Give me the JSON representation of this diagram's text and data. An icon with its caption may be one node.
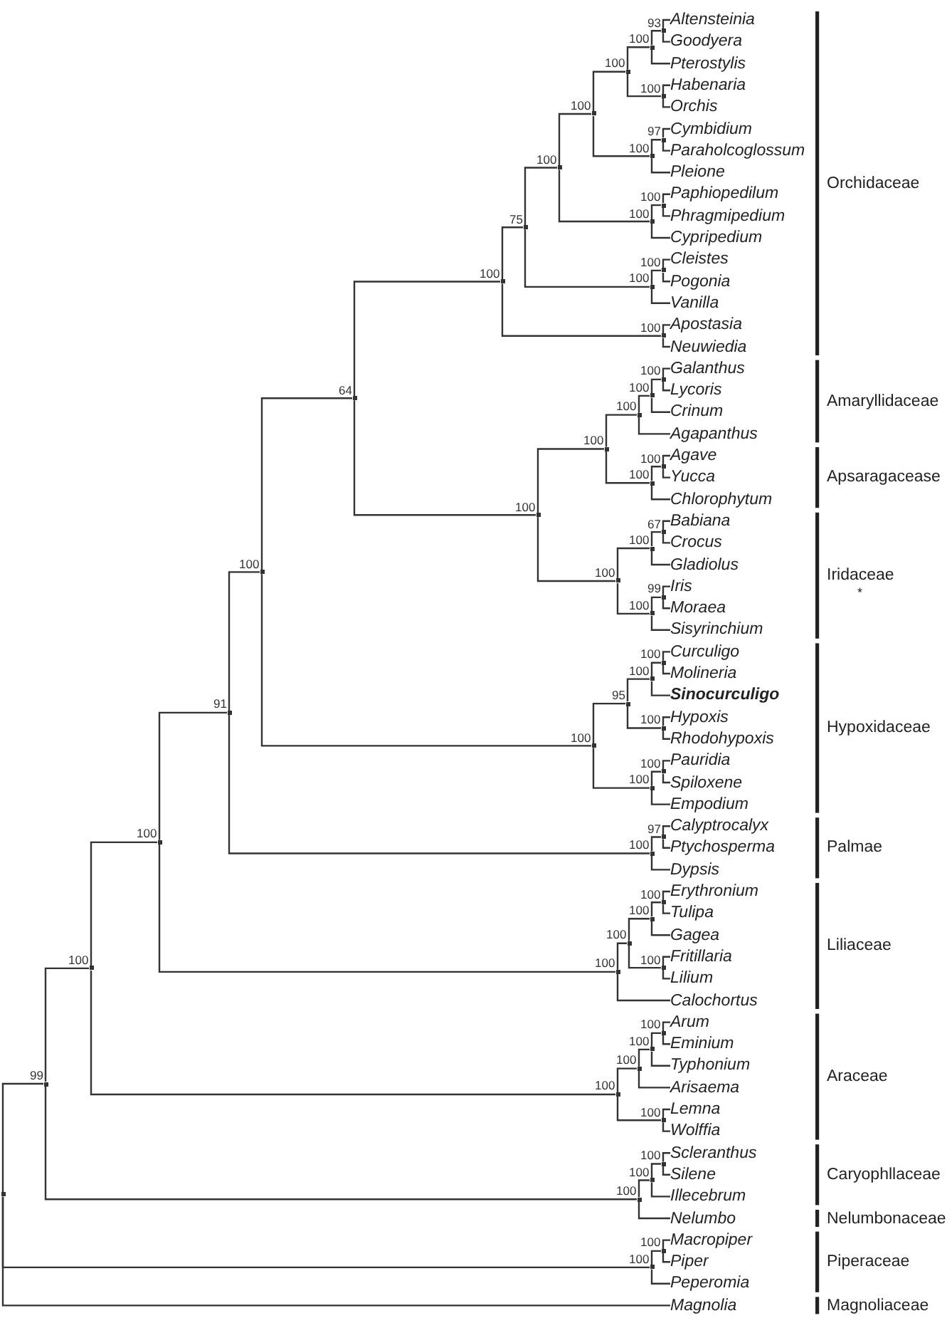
{
  "diagram": {
    "nodes": [
      {
        "text": [],
        "shape": "point"
      },
      {
        "text": [],
        "shape": "point",
        "beside": [
          "99"
        ]
      },
      {
        "text": [],
        "shape": "point",
        "beside": [
          "100"
        ]
      },
      {
        "text": [],
        "shape": "point",
        "beside": [
          "100"
        ]
      },
      {
        "text": [],
        "shape": "point",
        "beside": [
          "91"
        ]
      },
      {
        "text": [],
        "shape": "point",
        "beside": [
          "100"
        ]
      },
      {
        "text": [],
        "shape": "point",
        "beside": [
          "64"
        ]
      },
      {
        "text": [],
        "shape": "point",
        "beside": [
          "100"
        ]
      },
      {
        "text": [],
        "shape": "point",
        "beside": [
          "75"
        ]
      },
      {
        "text": [],
        "shape": "point",
        "beside": [
          "100"
        ]
      },
      {
        "text": [],
        "shape": "point",
        "beside": [
          "100"
        ]
      },
      {
        "text": [],
        "shape": "point",
        "beside": [
          "100"
        ]
      },
      {
        "text": [],
        "shape": "point",
        "beside": [
          "100"
        ]
      },
      {
        "text": [],
        "shape": "point",
        "beside": [
          "93"
        ]
      },
      {
        "text": [
          "Altensteinia"
        ]
      },
      {
        "text": [
          "Goodyera"
        ]
      },
      {
        "text": [
          "Pterostylis"
        ]
      },
      {
        "text": [],
        "shape": "point",
        "beside": [
          "100"
        ]
      },
      {
        "text": [
          "Habenaria"
        ]
      },
      {
        "text": [
          "Orchis"
        ]
      },
      {
        "text": [],
        "shape": "point",
        "beside": [
          "100"
        ]
      },
      {
        "text": [],
        "shape": "point",
        "beside": [
          "97"
        ]
      },
      {
        "text": [
          "Cymbidium"
        ]
      },
      {
        "text": [
          "Paraholcoglossum"
        ]
      },
      {
        "text": [
          "Pleione"
        ]
      },
      {
        "text": [],
        "shape": "point",
        "beside": [
          "100"
        ]
      },
      {
        "text": [],
        "shape": "point",
        "beside": [
          "100"
        ]
      },
      {
        "text": [
          "Paphiopedilum"
        ]
      },
      {
        "text": [
          "Phragmipedium"
        ]
      },
      {
        "text": [
          "Cypripedium"
        ]
      },
      {
        "text": [],
        "shape": "point",
        "beside": [
          "100"
        ]
      },
      {
        "text": [],
        "shape": "point",
        "beside": [
          "100"
        ]
      },
      {
        "text": [
          "Cleistes"
        ]
      },
      {
        "text": [
          "Pogonia"
        ]
      },
      {
        "text": [
          "Vanilla"
        ]
      },
      {
        "text": [],
        "shape": "point",
        "beside": [
          "100"
        ]
      },
      {
        "text": [
          "Apostasia"
        ]
      },
      {
        "text": [
          "Neuwiedia"
        ]
      },
      {
        "text": [],
        "shape": "point",
        "beside": [
          "100"
        ]
      },
      {
        "text": [],
        "shape": "point",
        "beside": [
          "100"
        ]
      },
      {
        "text": [],
        "shape": "point",
        "beside": [
          "100"
        ]
      },
      {
        "text": [],
        "shape": "point",
        "beside": [
          "100"
        ]
      },
      {
        "text": [],
        "shape": "point",
        "beside": [
          "100"
        ]
      },
      {
        "text": [
          "Galanthus"
        ]
      },
      {
        "text": [
          "Lycoris"
        ]
      },
      {
        "text": [
          "Crinum"
        ]
      },
      {
        "text": [
          "Agapanthus"
        ]
      },
      {
        "text": [],
        "shape": "point",
        "beside": [
          "100"
        ]
      },
      {
        "text": [],
        "shape": "point",
        "beside": [
          "100"
        ]
      },
      {
        "text": [
          "Agave"
        ]
      },
      {
        "text": [
          "Yucca"
        ]
      },
      {
        "text": [
          "Chlorophytum"
        ]
      },
      {
        "text": [],
        "shape": "point",
        "beside": [
          "100"
        ]
      },
      {
        "text": [],
        "shape": "point",
        "beside": [
          "100"
        ]
      },
      {
        "text": [],
        "shape": "point",
        "beside": [
          "67"
        ]
      },
      {
        "text": [
          "Babiana"
        ]
      },
      {
        "text": [
          "Crocus"
        ]
      },
      {
        "text": [
          "Gladiolus"
        ]
      },
      {
        "text": [],
        "shape": "point",
        "beside": [
          "100"
        ]
      },
      {
        "text": [],
        "shape": "point",
        "beside": [
          "99"
        ]
      },
      {
        "text": [
          "Iris"
        ]
      },
      {
        "text": [
          "Moraea"
        ]
      },
      {
        "text": [
          "Sisyrinchium"
        ]
      },
      {
        "text": [],
        "shape": "point",
        "beside": [
          "100"
        ]
      },
      {
        "text": [],
        "shape": "point",
        "beside": [
          "95"
        ]
      },
      {
        "text": [],
        "shape": "point",
        "beside": [
          "100"
        ]
      },
      {
        "text": [],
        "shape": "point",
        "beside": [
          "100"
        ]
      },
      {
        "text": [
          "Curculigo"
        ]
      },
      {
        "text": [
          "Molineria"
        ]
      },
      {
        "text": [
          "Sinocurculigo"
        ]
      },
      {
        "text": [],
        "shape": "point",
        "beside": [
          "100"
        ]
      },
      {
        "text": [
          "Hypoxis"
        ]
      },
      {
        "text": [
          "Rhodohypoxis"
        ]
      },
      {
        "text": [],
        "shape": "point",
        "beside": [
          "100"
        ]
      },
      {
        "text": [],
        "shape": "point",
        "beside": [
          "100"
        ]
      },
      {
        "text": [
          "Pauridia"
        ]
      },
      {
        "text": [
          "Spiloxene"
        ]
      },
      {
        "text": [
          "Empodium"
        ]
      },
      {
        "text": [],
        "shape": "point",
        "beside": [
          "100"
        ]
      },
      {
        "text": [],
        "shape": "point",
        "beside": [
          "97"
        ]
      },
      {
        "text": [
          "Calyptrocalyx"
        ]
      },
      {
        "text": [
          "Ptychosperma"
        ]
      },
      {
        "text": [
          "Dypsis"
        ]
      },
      {
        "text": [],
        "shape": "point",
        "beside": [
          "100"
        ]
      },
      {
        "text": [],
        "shape": "point",
        "beside": [
          "100"
        ]
      },
      {
        "text": [],
        "shape": "point",
        "beside": [
          "100"
        ]
      },
      {
        "text": [],
        "shape": "point",
        "beside": [
          "100"
        ]
      },
      {
        "text": [
          "Erythronium"
        ]
      },
      {
        "text": [
          "Tulipa"
        ]
      },
      {
        "text": [
          "Gagea"
        ]
      },
      {
        "text": [],
        "shape": "point",
        "beside": [
          "100"
        ]
      },
      {
        "text": [
          "Fritillaria"
        ]
      },
      {
        "text": [
          "Lilium"
        ]
      },
      {
        "text": [
          "Calochortus"
        ]
      },
      {
        "text": [],
        "shape": "point",
        "beside": [
          "100"
        ]
      },
      {
        "text": [],
        "shape": "point",
        "beside": [
          "100"
        ]
      },
      {
        "text": [],
        "shape": "point",
        "beside": [
          "100"
        ]
      },
      {
        "text": [],
        "shape": "point",
        "beside": [
          "100"
        ]
      },
      {
        "text": [
          "Arum"
        ]
      },
      {
        "text": [
          "Eminium"
        ]
      },
      {
        "text": [
          "Typhonium"
        ]
      },
      {
        "text": [
          "Arisaema"
        ]
      },
      {
        "text": [],
        "shape": "point",
        "beside": [
          "100"
        ]
      },
      {
        "text": [
          "Lemna"
        ]
      },
      {
        "text": [
          "Wolffia"
        ]
      },
      {
        "text": [],
        "shape": "point",
        "beside": [
          "100"
        ]
      },
      {
        "text": [],
        "shape": "point",
        "beside": [
          "100"
        ]
      },
      {
        "text": [],
        "shape": "point",
        "beside": [
          "100"
        ]
      },
      {
        "text": [
          "Scleranthus"
        ]
      },
      {
        "text": [
          "Silene"
        ]
      },
      {
        "text": [
          "Illecebrum"
        ]
      },
      {
        "text": [
          "Nelumbo"
        ]
      },
      {
        "text": [],
        "shape": "point",
        "beside": [
          "100"
        ]
      },
      {
        "text": [],
        "shape": "point",
        "beside": [
          "100"
        ]
      },
      {
        "text": [
          "Macropiper"
        ]
      },
      {
        "text": [
          "Piper"
        ]
      },
      {
        "text": [
          "Peperomia"
        ]
      },
      {
        "text": [
          "Magnolia"
        ]
      }
    ],
    "edges": [
      {
        "from": 0,
        "to": 1,
        "arrow": "none"
      },
      {
        "from": 0,
        "to": 112,
        "arrow": "none"
      },
      {
        "from": 0,
        "to": 117,
        "arrow": "none"
      },
      {
        "from": 1,
        "to": 2,
        "arrow": "none"
      },
      {
        "from": 1,
        "to": 105,
        "arrow": "none"
      },
      {
        "from": 2,
        "to": 3,
        "arrow": "none"
      },
      {
        "from": 2,
        "to": 94,
        "arrow": "none"
      },
      {
        "from": 3,
        "to": 4,
        "arrow": "none"
      },
      {
        "from": 3,
        "to": 83,
        "arrow": "none"
      },
      {
        "from": 4,
        "to": 5,
        "arrow": "none"
      },
      {
        "from": 4,
        "to": 78,
        "arrow": "none"
      },
      {
        "from": 5,
        "to": 6,
        "arrow": "none"
      },
      {
        "from": 5,
        "to": 63,
        "arrow": "none"
      },
      {
        "from": 6,
        "to": 7,
        "arrow": "none"
      },
      {
        "from": 6,
        "to": 38,
        "arrow": "none"
      },
      {
        "from": 7,
        "to": 8,
        "arrow": "none"
      },
      {
        "from": 7,
        "to": 35,
        "arrow": "none"
      },
      {
        "from": 8,
        "to": 9,
        "arrow": "none"
      },
      {
        "from": 8,
        "to": 30,
        "arrow": "none"
      },
      {
        "from": 9,
        "to": 10,
        "arrow": "none"
      },
      {
        "from": 9,
        "to": 25,
        "arrow": "none"
      },
      {
        "from": 10,
        "to": 11,
        "arrow": "none"
      },
      {
        "from": 10,
        "to": 20,
        "arrow": "none"
      },
      {
        "from": 11,
        "to": 12,
        "arrow": "none"
      },
      {
        "from": 11,
        "to": 17,
        "arrow": "none"
      },
      {
        "from": 12,
        "to": 13,
        "arrow": "none"
      },
      {
        "from": 12,
        "to": 16,
        "arrow": "none"
      },
      {
        "from": 13,
        "to": 14,
        "arrow": "none"
      },
      {
        "from": 13,
        "to": 15,
        "arrow": "none"
      },
      {
        "from": 17,
        "to": 18,
        "arrow": "none"
      },
      {
        "from": 17,
        "to": 19,
        "arrow": "none"
      },
      {
        "from": 20,
        "to": 21,
        "arrow": "none"
      },
      {
        "from": 20,
        "to": 24,
        "arrow": "none"
      },
      {
        "from": 21,
        "to": 22,
        "arrow": "none"
      },
      {
        "from": 21,
        "to": 23,
        "arrow": "none"
      },
      {
        "from": 25,
        "to": 26,
        "arrow": "none"
      },
      {
        "from": 25,
        "to": 29,
        "arrow": "none"
      },
      {
        "from": 26,
        "to": 27,
        "arrow": "none"
      },
      {
        "from": 26,
        "to": 28,
        "arrow": "none"
      },
      {
        "from": 30,
        "to": 31,
        "arrow": "none"
      },
      {
        "from": 30,
        "to": 34,
        "arrow": "none"
      },
      {
        "from": 31,
        "to": 32,
        "arrow": "none"
      },
      {
        "from": 31,
        "to": 33,
        "arrow": "none"
      },
      {
        "from": 35,
        "to": 36,
        "arrow": "none"
      },
      {
        "from": 35,
        "to": 37,
        "arrow": "none"
      },
      {
        "from": 38,
        "to": 39,
        "arrow": "none"
      },
      {
        "from": 38,
        "to": 52,
        "arrow": "none"
      },
      {
        "from": 39,
        "to": 40,
        "arrow": "none"
      },
      {
        "from": 39,
        "to": 47,
        "arrow": "none"
      },
      {
        "from": 40,
        "to": 41,
        "arrow": "none"
      },
      {
        "from": 40,
        "to": 46,
        "arrow": "none"
      },
      {
        "from": 41,
        "to": 42,
        "arrow": "none"
      },
      {
        "from": 41,
        "to": 45,
        "arrow": "none"
      },
      {
        "from": 42,
        "to": 43,
        "arrow": "none"
      },
      {
        "from": 42,
        "to": 44,
        "arrow": "none"
      },
      {
        "from": 47,
        "to": 48,
        "arrow": "none"
      },
      {
        "from": 47,
        "to": 51,
        "arrow": "none"
      },
      {
        "from": 48,
        "to": 49,
        "arrow": "none"
      },
      {
        "from": 48,
        "to": 50,
        "arrow": "none"
      },
      {
        "from": 52,
        "to": 53,
        "arrow": "none"
      },
      {
        "from": 52,
        "to": 58,
        "arrow": "none"
      },
      {
        "from": 53,
        "to": 54,
        "arrow": "none"
      },
      {
        "from": 53,
        "to": 57,
        "arrow": "none"
      },
      {
        "from": 54,
        "to": 55,
        "arrow": "none"
      },
      {
        "from": 54,
        "to": 56,
        "arrow": "none"
      },
      {
        "from": 58,
        "to": 59,
        "arrow": "none"
      },
      {
        "from": 58,
        "to": 62,
        "arrow": "none"
      },
      {
        "from": 59,
        "to": 60,
        "arrow": "none"
      },
      {
        "from": 59,
        "to": 61,
        "arrow": "none"
      },
      {
        "from": 63,
        "to": 64,
        "arrow": "none"
      },
      {
        "from": 63,
        "to": 73,
        "arrow": "none"
      },
      {
        "from": 64,
        "to": 65,
        "arrow": "none"
      },
      {
        "from": 64,
        "to": 70,
        "arrow": "none"
      },
      {
        "from": 65,
        "to": 66,
        "arrow": "none"
      },
      {
        "from": 65,
        "to": 69,
        "arrow": "none"
      },
      {
        "from": 66,
        "to": 67,
        "arrow": "none"
      },
      {
        "from": 66,
        "to": 68,
        "arrow": "none"
      },
      {
        "from": 70,
        "to": 71,
        "arrow": "none"
      },
      {
        "from": 70,
        "to": 72,
        "arrow": "none"
      },
      {
        "from": 73,
        "to": 74,
        "arrow": "none"
      },
      {
        "from": 73,
        "to": 77,
        "arrow": "none"
      },
      {
        "from": 74,
        "to": 75,
        "arrow": "none"
      },
      {
        "from": 74,
        "to": 76,
        "arrow": "none"
      },
      {
        "from": 78,
        "to": 79,
        "arrow": "none"
      },
      {
        "from": 78,
        "to": 82,
        "arrow": "none"
      },
      {
        "from": 79,
        "to": 80,
        "arrow": "none"
      },
      {
        "from": 79,
        "to": 81,
        "arrow": "none"
      },
      {
        "from": 83,
        "to": 84,
        "arrow": "none"
      },
      {
        "from": 83,
        "to": 93,
        "arrow": "none"
      },
      {
        "from": 84,
        "to": 85,
        "arrow": "none"
      },
      {
        "from": 84,
        "to": 90,
        "arrow": "none"
      },
      {
        "from": 85,
        "to": 86,
        "arrow": "none"
      },
      {
        "from": 85,
        "to": 89,
        "arrow": "none"
      },
      {
        "from": 86,
        "to": 87,
        "arrow": "none"
      },
      {
        "from": 86,
        "to": 88,
        "arrow": "none"
      },
      {
        "from": 90,
        "to": 91,
        "arrow": "none"
      },
      {
        "from": 90,
        "to": 92,
        "arrow": "none"
      },
      {
        "from": 94,
        "to": 95,
        "arrow": "none"
      },
      {
        "from": 94,
        "to": 102,
        "arrow": "none"
      },
      {
        "from": 95,
        "to": 96,
        "arrow": "none"
      },
      {
        "from": 95,
        "to": 101,
        "arrow": "none"
      },
      {
        "from": 96,
        "to": 97,
        "arrow": "none"
      },
      {
        "from": 96,
        "to": 100,
        "arrow": "none"
      },
      {
        "from": 97,
        "to": 98,
        "arrow": "none"
      },
      {
        "from": 97,
        "to": 99,
        "arrow": "none"
      },
      {
        "from": 102,
        "to": 103,
        "arrow": "none"
      },
      {
        "from": 102,
        "to": 104,
        "arrow": "none"
      },
      {
        "from": 105,
        "to": 106,
        "arrow": "none"
      },
      {
        "from": 105,
        "to": 111,
        "arrow": "none"
      },
      {
        "from": 106,
        "to": 107,
        "arrow": "none"
      },
      {
        "from": 106,
        "to": 110,
        "arrow": "none"
      },
      {
        "from": 107,
        "to": 108,
        "arrow": "none"
      },
      {
        "from": 107,
        "to": 109,
        "arrow": "none"
      },
      {
        "from": 112,
        "to": 113,
        "arrow": "none"
      },
      {
        "from": 112,
        "to": 116,
        "arrow": "none"
      },
      {
        "from": 113,
        "to": 114,
        "arrow": "none"
      },
      {
        "from": 113,
        "to": 115,
        "arrow": "none"
      }
    ],
    "labels": [
      "Orchidaceae",
      "Amaryllidaceae",
      "Apsaragacease",
      "Iridaceae",
      "*",
      "Hypoxidaceae",
      "Palmae",
      "Liliaceae",
      "Araceae",
      "Caryophllaceae",
      "Nelumbonaceae",
      "Piperaceae",
      "Magnoliaceae"
    ]
  }
}
